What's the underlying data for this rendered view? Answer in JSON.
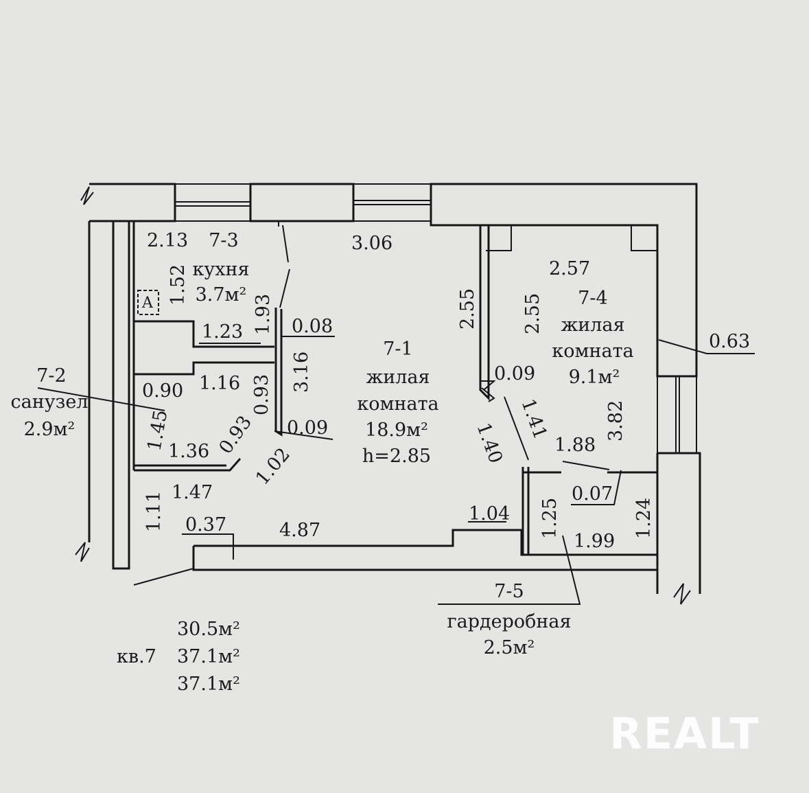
{
  "rooms": [
    {
      "id": "7-1",
      "name_line1": "жилая",
      "name_line2": "комната",
      "area": "18.9м²",
      "height": "h=2.85"
    },
    {
      "id": "7-2",
      "name": "санузел",
      "area": "2.9м²"
    },
    {
      "id": "7-3",
      "name": "кухня",
      "area": "3.7м²"
    },
    {
      "id": "7-4",
      "name_line1": "жилая",
      "name_line2": "комната",
      "area": "9.1м²"
    },
    {
      "id": "7-5",
      "name": "гардеробная",
      "area": "2.5м²"
    }
  ],
  "dimensions": [
    "2.13",
    "3.06",
    "1.52",
    "1.93",
    "0.08",
    "1.23",
    "3.16",
    "0.93",
    "0.09",
    "0.90",
    "1.16",
    "1.45",
    "0.93",
    "1.36",
    "1.02",
    "1.47",
    "1.11",
    "0.37",
    "4.87",
    "1.04",
    "2.55",
    "2.55",
    "2.57",
    "0.63",
    "0.09",
    "1.41",
    "1.40",
    "3.82",
    "1.88",
    "0.07",
    "1.25",
    "1.24",
    "1.99"
  ],
  "totals": {
    "apartment": "кв.7",
    "values": [
      "30.5м²",
      "37.1м²",
      "37.1м²"
    ]
  },
  "vent_mark": "A",
  "watermark": "REALT"
}
